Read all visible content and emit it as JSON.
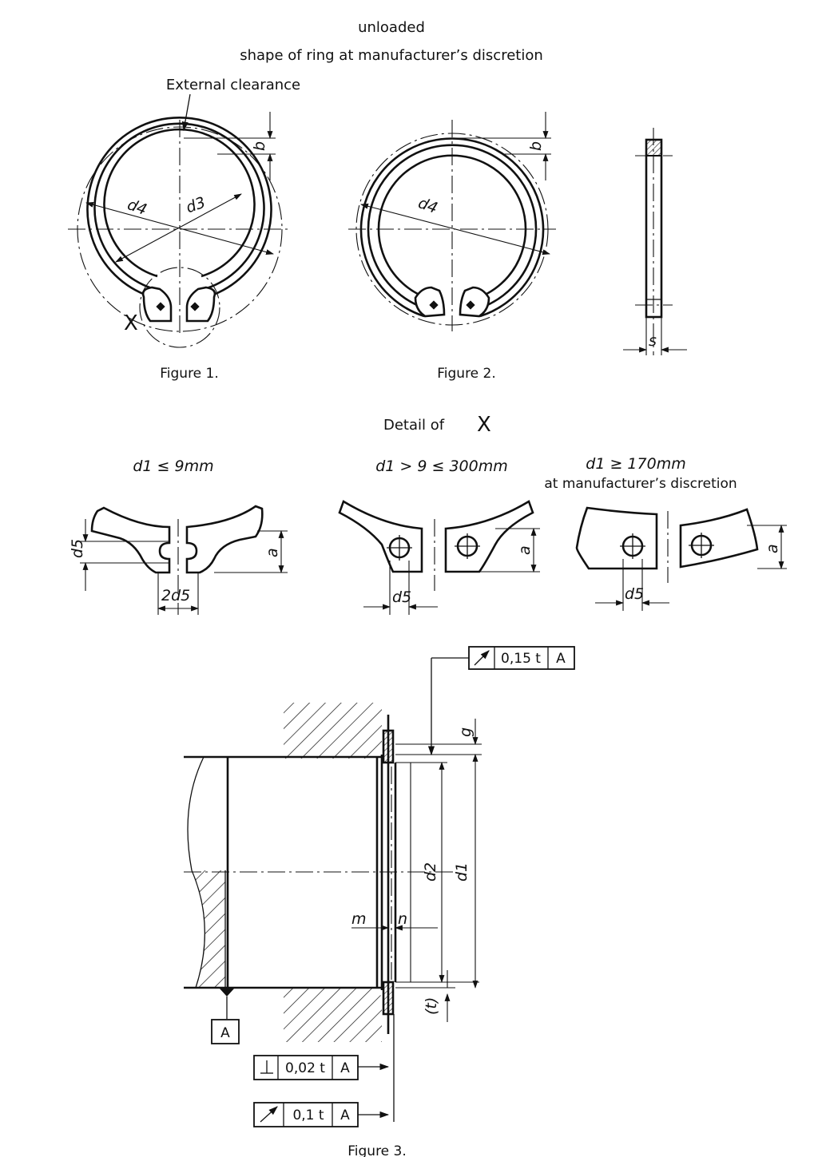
{
  "header": {
    "line1": "unloaded",
    "line2": "shape of ring at manufacturer’s discretion",
    "callout": "External clearance"
  },
  "figure1": {
    "caption": "Figure 1.",
    "labels": {
      "d4": "d4",
      "d3": "d3",
      "b": "b",
      "x_mark": "X"
    }
  },
  "figure2": {
    "caption": "Figure 2.",
    "labels": {
      "d4": "d4",
      "b": "b"
    }
  },
  "side_view": {
    "labels": {
      "s": "s"
    }
  },
  "detail": {
    "title": "Detail of",
    "title_mark": "X",
    "variants": [
      {
        "condition": "d1 ≤ 9mm",
        "dims": [
          "d5",
          "a",
          "2d5"
        ]
      },
      {
        "condition": "d1 > 9 ≤ 300mm",
        "dims": [
          "d5",
          "a"
        ]
      },
      {
        "condition": "d1 ≥ 170mm",
        "note": "at manufacturer’s discretion",
        "dims": [
          "d5",
          "a"
        ]
      }
    ]
  },
  "figure3": {
    "caption": "Figure 3.",
    "labels": {
      "g": "g",
      "d2": "d2",
      "d1": "d1",
      "m": "m",
      "n": "n",
      "t": "(t)",
      "datum": "A"
    },
    "tolerance_frames": [
      {
        "symbol": "runout",
        "value": "0,15 t",
        "datum": "A"
      },
      {
        "symbol": "perpendicularity",
        "value": "0,02 t",
        "datum": "A"
      },
      {
        "symbol": "runout",
        "value": "0,1 t",
        "datum": "A"
      }
    ]
  }
}
